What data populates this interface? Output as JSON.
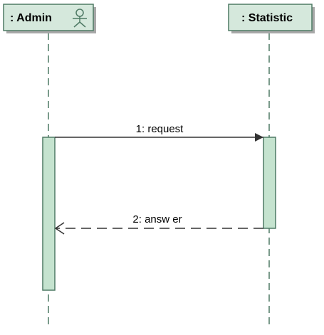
{
  "lifelines": [
    {
      "label": ": Admin",
      "icon": "actor-icon"
    },
    {
      "label": ": Statistic"
    }
  ],
  "messages": [
    {
      "label": "1: request",
      "type": "synchronous",
      "from": ": Admin",
      "to": ": Statistic"
    },
    {
      "label": "2: answ er",
      "type": "return",
      "from": ": Statistic",
      "to": ": Admin"
    }
  ],
  "colors": {
    "box_fill": "#d5e8dc",
    "box_border": "#4f7a65",
    "activation_fill": "#c5e3cf",
    "line": "#333333",
    "shadow": "#a8a8a8"
  }
}
